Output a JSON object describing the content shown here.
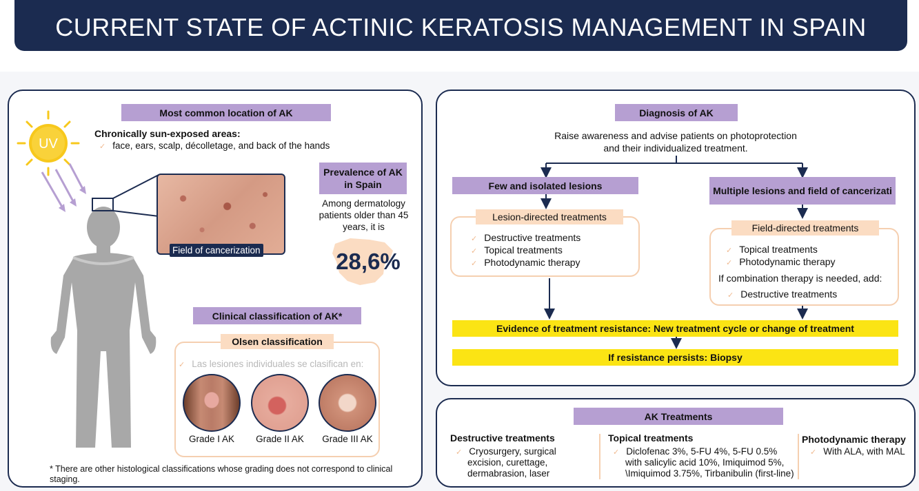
{
  "title": "CURRENT STATE OF ACTINIC KERATOSIS MANAGEMENT IN SPAIN",
  "left": {
    "uv_label": "UV",
    "location": {
      "header": "Most common location of AK",
      "subtitle": "Chronically sun-exposed areas:",
      "item": "face, ears, scalp, décolletage, and back of the hands"
    },
    "photo_caption": "Field of cancerization",
    "prevalence": {
      "header": "Prevalence of AK in Spain",
      "text": "Among dermatology patients older than 45 years, it is",
      "value": "28,6%"
    },
    "classification": {
      "header": "Clinical classification of AK*",
      "olsen_label": "Olsen classification",
      "intro": "Las lesiones individuales se clasifican en:",
      "grades": [
        "Grade I AK",
        "Grade II AK",
        "Grade III AK"
      ]
    },
    "footnote": "* There are other histological classifications whose grading does not correspond to clinical staging."
  },
  "diagnosis": {
    "header": "Diagnosis of AK",
    "intro_1": "Raise awareness and advise patients on photoprotection",
    "intro_2": "and their individualized treatment.",
    "few": {
      "header": "Few and isolated lesions",
      "label": "Lesion-directed treatments",
      "items": [
        "Destructive treatments",
        "Topical treatments",
        "Photodynamic therapy"
      ]
    },
    "multiple": {
      "header": "Multiple lesions and field of cancerizati",
      "label": "Field-directed treatments",
      "items": [
        "Topical treatments",
        "Photodynamic therapy"
      ],
      "combo": "If combination therapy is needed, add:",
      "combo_item": "Destructive treatments"
    },
    "resistance": "Evidence of treatment resistance: New treatment cycle or change of treatment",
    "biopsy": "If resistance persists: Biopsy"
  },
  "treatments": {
    "header": "AK Treatments",
    "destructive": {
      "title": "Destructive treatments",
      "lines": [
        "Cryosurgery, surgical",
        "excision, curettage,",
        "dermabrasion, laser"
      ]
    },
    "topical": {
      "title": "Topical treatments",
      "lines": [
        "Diclofenac 3%, 5-FU 4%, 5-FU 0.5%",
        "with salicylic acid 10%, Imiquimod 5%,",
        "\\Imiquimod 3.75%, Tirbanibulin (first-line)"
      ]
    },
    "pdt": {
      "title": "Photodynamic therapy",
      "lines": [
        "With ALA, with MAL"
      ]
    }
  },
  "colors": {
    "navy": "#1b2b50",
    "lavender": "#b69fd2",
    "peach": "#fbdcc2",
    "yellow": "#fbe414",
    "body_gray": "#a8a8a8",
    "uv_sun": "#f7c81c"
  }
}
